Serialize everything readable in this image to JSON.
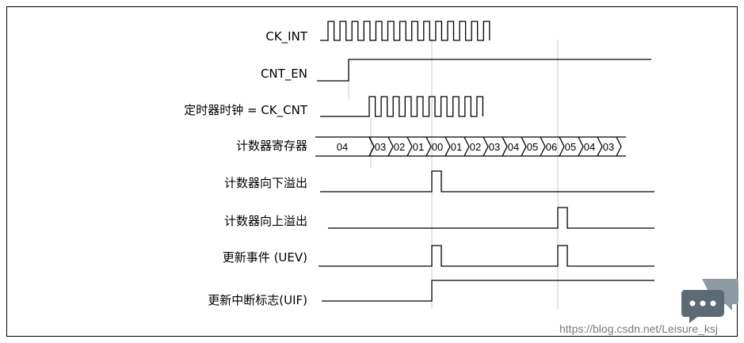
{
  "signals": [
    {
      "id": "ck_int",
      "label": "CK_INT"
    },
    {
      "id": "cnt_en",
      "label": "CNT_EN"
    },
    {
      "id": "ck_cnt",
      "label": "定时器时钟 = CK_CNT"
    },
    {
      "id": "counter",
      "label": "计数器寄存器"
    },
    {
      "id": "underflow",
      "label": "计数器向下溢出"
    },
    {
      "id": "overflow",
      "label": "计数器向上溢出"
    },
    {
      "id": "uev",
      "label": "更新事件 (UEV)"
    },
    {
      "id": "uif",
      "label": "更新中断标志(UIF)"
    }
  ],
  "counter_values": [
    "04",
    "03",
    "02",
    "01",
    "00",
    "01",
    "02",
    "03",
    "04",
    "05",
    "06",
    "05",
    "04",
    "03"
  ],
  "watermark": {
    "text": "https://blog.csdn.net/Leisure_ksj"
  },
  "colors": {
    "line": "#000000",
    "marker": "#c8c8c8",
    "icon": "#5b6b74"
  }
}
